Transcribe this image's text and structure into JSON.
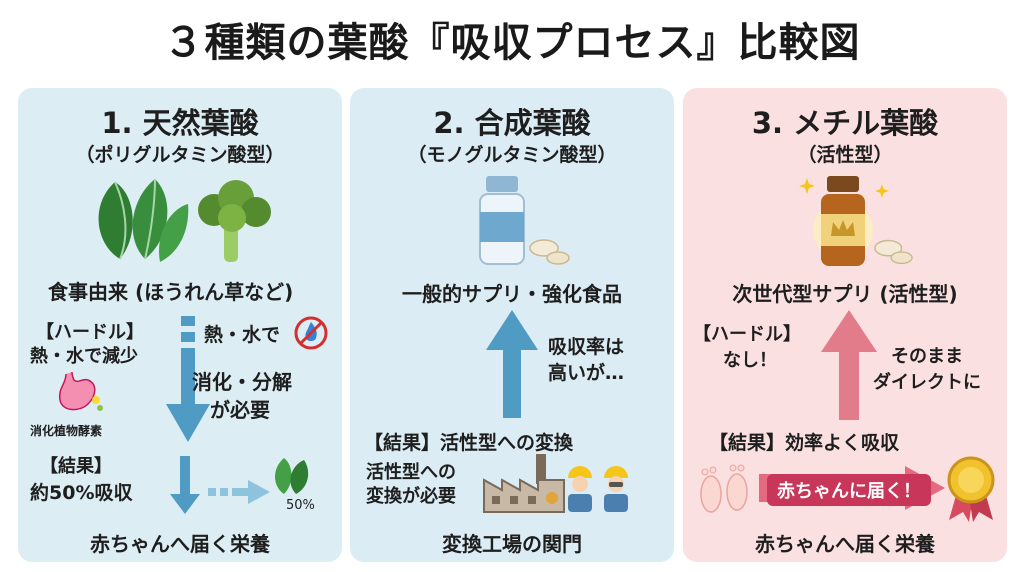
{
  "title": "３種類の葉酸『吸収プロセス』比較図",
  "panels": [
    {
      "title": "1. 天然葉酸",
      "subtitle": "（ポリグルタミン酸型）",
      "source": "食事由来 (ほうれん草など)",
      "hurdle_label": "【ハードル】",
      "hurdle_text": "熱・水で減少",
      "heat_note": "熱・水で",
      "process": "消化・分解",
      "process2": "が必要",
      "enzyme_label": "消化植物酵素",
      "result_label": "【結果】",
      "result_text": "約50%吸収",
      "percent": "50%",
      "bottom": "赤ちゃんへ届く栄養"
    },
    {
      "title": "2. 合成葉酸",
      "subtitle": "（モノグルタミン酸型）",
      "source": "一般的サプリ・強化食品",
      "note1": "吸収率は",
      "note2": "高いが…",
      "result": "【結果】活性型への変換",
      "conversion1": "活性型への",
      "conversion2": "変換が必要",
      "bottom": "変換工場の関門"
    },
    {
      "title": "3. メチル葉酸",
      "subtitle": "（活性型）",
      "source": "次世代型サプリ (活性型)",
      "hurdle_label": "【ハードル】",
      "hurdle_text": "なし！",
      "direct1": "そのまま",
      "direct2": "ダイレクトに",
      "result": "【結果】効率よく吸収",
      "badge": "赤ちゃんに届く！",
      "bottom": "赤ちゃんへ届く栄養"
    }
  ],
  "colors": {
    "blue_arrow": "#4f9bc4",
    "pink_arrow": "#e27b8a",
    "panel1_bg": "#dcedf4",
    "panel3_bg": "#fbe0e2",
    "badge": "#c8365a"
  },
  "icons": [
    "spinach-icon",
    "broccoli-icon",
    "no-fire-icon",
    "stomach-icon",
    "bottle-icon",
    "pills-icon",
    "factory-icon",
    "worker-icon",
    "gold-bottle-icon",
    "sparkle-icon",
    "footprints-icon",
    "medal-icon"
  ]
}
